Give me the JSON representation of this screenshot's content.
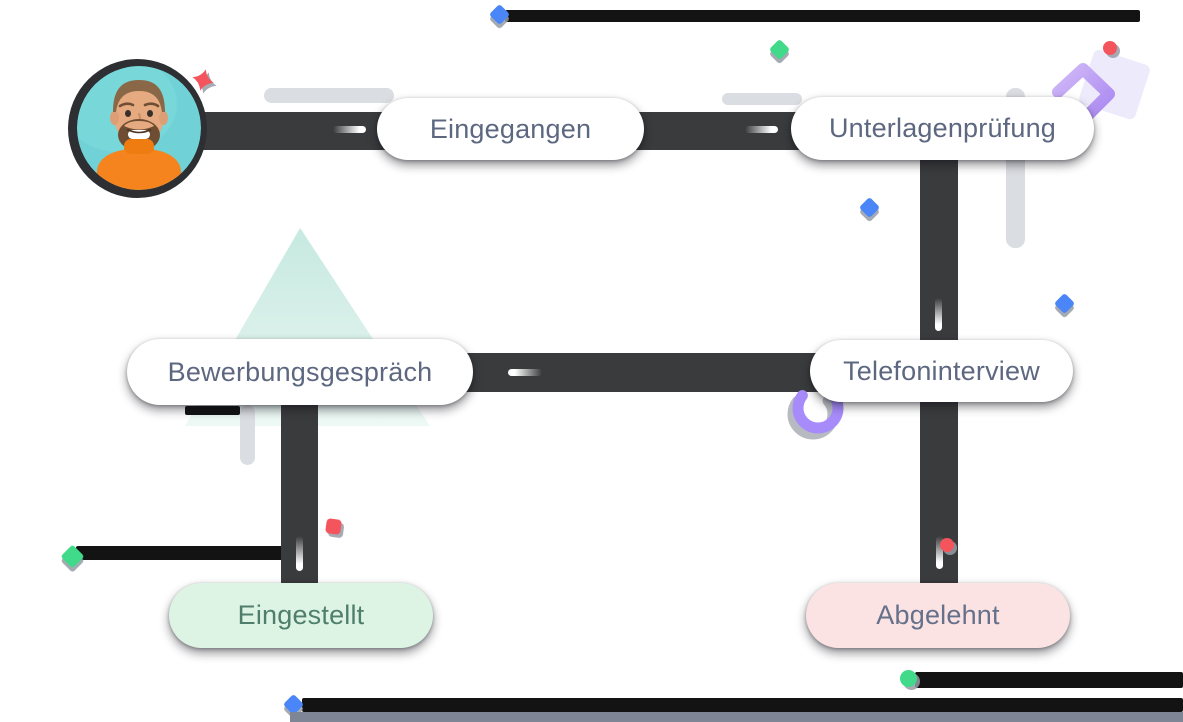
{
  "illustration": {
    "title": "Bewerbungsprozess-Illustration",
    "avatar": {
      "alt": "Lächelnder Bewerber mit orangefarbenem Rollkragenpullover vor türkisem Hintergrund"
    },
    "stages": [
      {
        "id": "eingegangen",
        "label": "Eingegangen",
        "type": "stage"
      },
      {
        "id": "unterlagenpruefung",
        "label": "Unterlagenprüfung",
        "type": "stage"
      },
      {
        "id": "telefoninterview",
        "label": "Telefoninterview",
        "type": "stage"
      },
      {
        "id": "bewerbungsgespraech",
        "label": "Bewerbungsgespräch",
        "type": "stage"
      },
      {
        "id": "eingestellt",
        "label": "Eingestellt",
        "type": "outcome-positive"
      },
      {
        "id": "abgelehnt",
        "label": "Abgelehnt",
        "type": "outcome-negative"
      }
    ],
    "edges": [
      {
        "from": "eingegangen",
        "to": "unterlagenpruefung"
      },
      {
        "from": "unterlagenpruefung",
        "to": "telefoninterview"
      },
      {
        "from": "telefoninterview",
        "to": "bewerbungsgespraech"
      },
      {
        "from": "bewerbungsgespraech",
        "to": "eingestellt"
      },
      {
        "from": "telefoninterview",
        "to": "abgelehnt"
      }
    ],
    "colors": {
      "road": "#3a3b3d",
      "pill_default_bg": "#ffffff",
      "pill_text": "#5d6880",
      "hired_bg": "#ddf4e4",
      "hired_text": "#4f7e6c",
      "rejected_bg": "#fbe3e4",
      "rejected_text": "#65708a",
      "accent_purple": "#a78bfa",
      "accent_teal": "#c6e9e0",
      "confetti_blue": "#4a86f7",
      "confetti_green": "#41d98a",
      "confetti_red": "#f4545c"
    }
  }
}
